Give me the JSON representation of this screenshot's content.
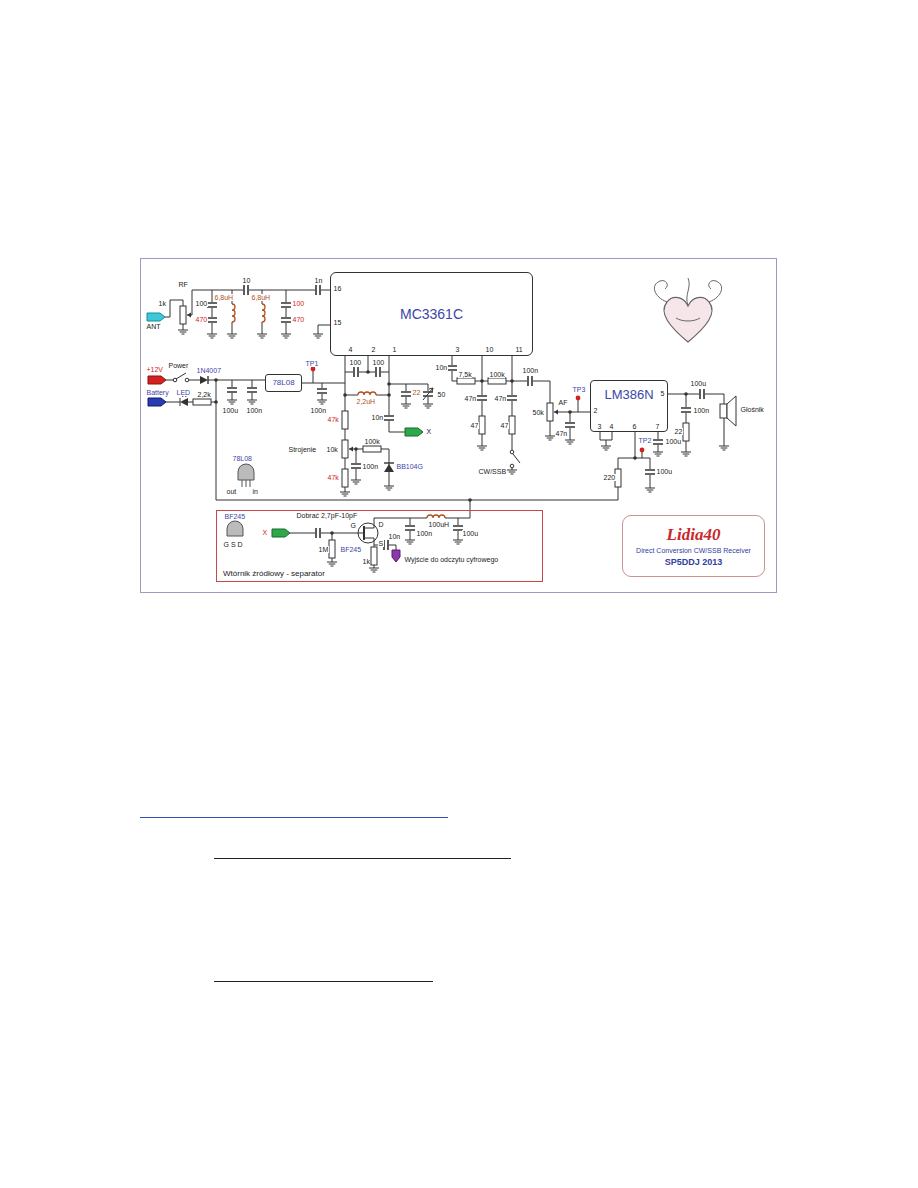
{
  "diagram": {
    "nodes": [
      {
        "text": [
          "MC3361C"
        ]
      },
      {
        "text": [
          "78L08"
        ]
      },
      {
        "text": [
          "LM386N"
        ]
      },
      {
        "text": [
          "Wtórnik źródłowy - separator"
        ]
      },
      {
        "text": [
          "Lidia40",
          "Direct Conversion CW/SSB Receiver",
          "SP5DDJ 2013"
        ]
      }
    ],
    "edges": [
      {
        "from": 1,
        "to": 0,
        "arrow": "none"
      }
    ],
    "labels": [
      "RF",
      "1k",
      "ANT",
      "100",
      "470",
      "6,8uH",
      "10",
      "6,8uH",
      "100",
      "470",
      "1n",
      "16",
      "15",
      "4",
      "2",
      "1",
      "3",
      "10",
      "11",
      "+12V",
      "Power",
      "1N4007",
      "TP1",
      "Battery",
      "LED",
      "2,2k",
      "100u",
      "100n",
      "100n",
      "100",
      "100",
      "2,2uH",
      "22",
      "50",
      "10n",
      "X",
      "47k",
      "Strojenie",
      "10k",
      "100k",
      "47k",
      "100n",
      "BB104G",
      "10n",
      "7,5k",
      "100k",
      "100n",
      "47n",
      "47n",
      "47",
      "47",
      "CW/SSB",
      "TP3",
      "AF",
      "50k",
      "47n",
      "2",
      "3",
      "4",
      "6",
      "7",
      "5",
      "TP2",
      "100u",
      "220",
      "100u",
      "100u",
      "100n",
      "22",
      "Głośnik",
      "78L08",
      "out",
      "in",
      "BF245",
      "G S D",
      "X",
      "Dobrać 2,7pF-10pF",
      "G",
      "D",
      "S",
      "10n",
      "100n",
      "100uH",
      "100u",
      "BF245",
      "1M",
      "1k",
      "Wyjście do odczytu cyfrowego"
    ]
  }
}
